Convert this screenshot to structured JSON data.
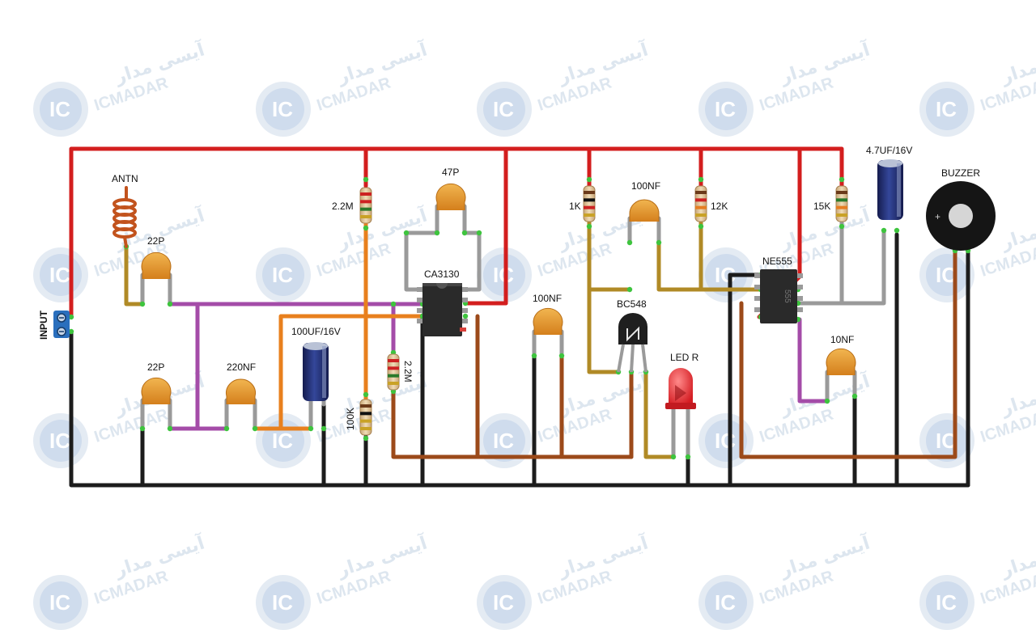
{
  "watermark": {
    "latin": "ICMADAR",
    "arabic": "آیسی مدار",
    "badge": "IC"
  },
  "labels": {
    "antenna": "ANTN",
    "c_22p_top": "22P",
    "c_22p_bottom": "22P",
    "c_220nf": "220NF",
    "c_100uf": "100UF/16V",
    "r_2m2_top": "2.2M",
    "r_100k": "100K",
    "r_2m2_vertical": "2.2M",
    "c_47p": "47P",
    "ic1": "CA3130",
    "c_100nf_mid": "100NF",
    "r_1k": "1K",
    "c_100nf_top": "100NF",
    "r_12k": "12K",
    "transistor": "BC548",
    "led": "LED R",
    "ic2": "NE555",
    "r_15k": "15K",
    "c_10nf": "10NF",
    "c_4u7": "4.7UF/16V",
    "buzzer": "BUZZER",
    "input": "INPUT",
    "buzzer_plus": "+",
    "chip_mark": "555"
  },
  "colors": {
    "vcc_wire": "#d31e1e",
    "gnd_wire": "#1c1c1c",
    "signal_purple": "#a44ca8",
    "signal_orange": "#e8801e",
    "signal_brown": "#9c4a1a",
    "signal_olive": "#b08a26",
    "lead_gray": "#9a9a9a",
    "ceramic_cap": "#e3962c",
    "electrolytic": "#1f2a6b",
    "led_red": "#e8282d",
    "terminal_blue": "#2a6fbd",
    "ic_body": "#2a2a2a"
  }
}
